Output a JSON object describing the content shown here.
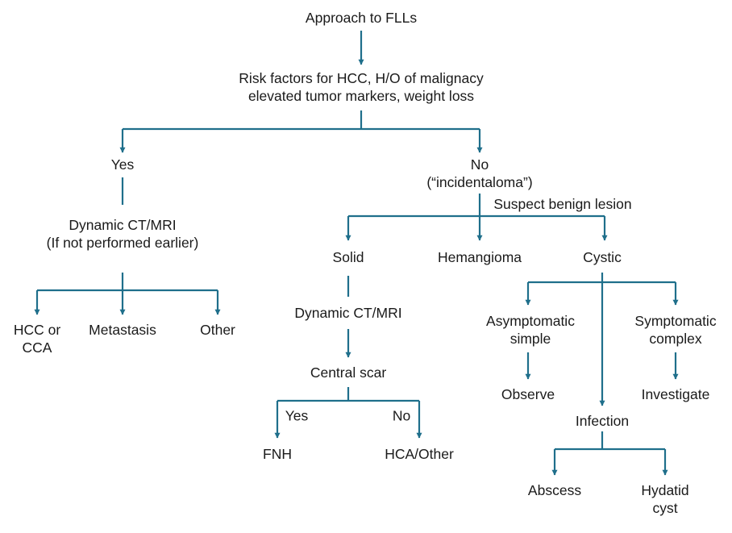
{
  "colors": {
    "connector": "#1f6f8b",
    "text": "#1a1a1a",
    "background": "#ffffff"
  },
  "nodes": {
    "root": {
      "lines": [
        "Approach to FLLs"
      ]
    },
    "risk": {
      "lines": [
        "Risk factors for HCC, H/O of malignacy",
        "elevated tumor markers, weight loss"
      ]
    },
    "yes": {
      "lines": [
        "Yes"
      ]
    },
    "no": {
      "lines": [
        "No",
        "(“incidentaloma”)"
      ]
    },
    "suspect": {
      "lines": [
        "Suspect benign lesion"
      ]
    },
    "dynamic1": {
      "lines": [
        "Dynamic CT/MRI",
        "(If not performed earlier)"
      ]
    },
    "hcc": {
      "lines": [
        "HCC or",
        "CCA"
      ]
    },
    "metastasis": {
      "lines": [
        "Metastasis"
      ]
    },
    "other": {
      "lines": [
        "Other"
      ]
    },
    "solid": {
      "lines": [
        "Solid"
      ]
    },
    "hemangioma": {
      "lines": [
        "Hemangioma"
      ]
    },
    "cystic": {
      "lines": [
        "Cystic"
      ]
    },
    "dynamic2": {
      "lines": [
        "Dynamic CT/MRI"
      ]
    },
    "central_scar": {
      "lines": [
        "Central scar"
      ]
    },
    "fnh": {
      "lines": [
        "FNH"
      ]
    },
    "hca": {
      "lines": [
        "HCA/Other"
      ]
    },
    "asymptomatic": {
      "lines": [
        "Asymptomatic",
        "simple"
      ]
    },
    "symptomatic": {
      "lines": [
        "Symptomatic",
        "complex"
      ]
    },
    "observe": {
      "lines": [
        "Observe"
      ]
    },
    "investigate": {
      "lines": [
        "Investigate"
      ]
    },
    "infection": {
      "lines": [
        "Infection"
      ]
    },
    "abscess": {
      "lines": [
        "Abscess"
      ]
    },
    "hydatid": {
      "lines": [
        "Hydatid",
        "cyst"
      ]
    }
  },
  "edge_labels": {
    "scar_yes": "Yes",
    "scar_no": "No"
  }
}
